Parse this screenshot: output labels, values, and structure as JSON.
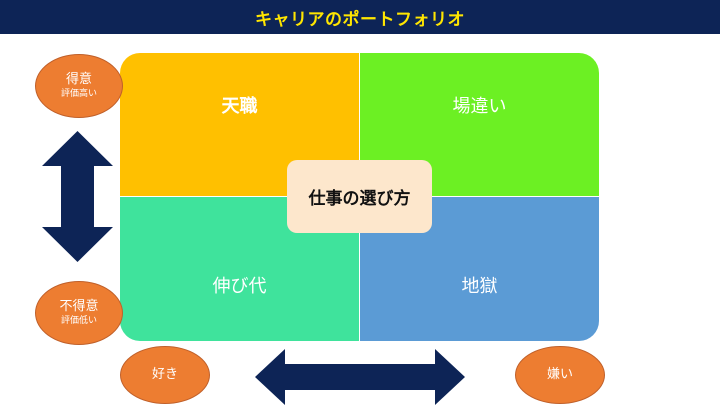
{
  "header": {
    "title": "キャリアのポートフォリオ"
  },
  "matrix": {
    "top_left": "天職",
    "top_right": "場違い",
    "bottom_left": "伸び代",
    "bottom_right": "地獄",
    "center": "仕事の選び方"
  },
  "axes": {
    "top": {
      "main": "得意",
      "sub": "評価高い"
    },
    "bottom": {
      "main": "不得意",
      "sub": "評価低い"
    },
    "left": "好き",
    "right": "嫌い"
  },
  "colors": {
    "header_bg": "#0d2456",
    "header_text": "#ffe600",
    "top_left": "#ffc000",
    "top_right": "#6cf023",
    "bottom_left": "#3fe39c",
    "bottom_right": "#5b9bd5",
    "center": "#fde7cc",
    "circle": "#ed7d31",
    "arrow": "#0d2456"
  }
}
